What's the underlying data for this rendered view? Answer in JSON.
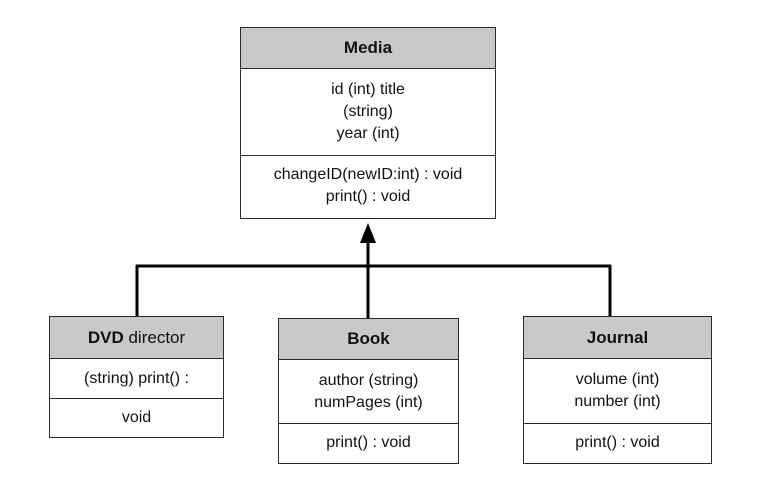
{
  "classes": {
    "media": {
      "name": "Media",
      "attributes": [
        "id (int) title",
        "(string)",
        "year (int)"
      ],
      "methods": [
        "changeID(newID:int) : void",
        "print() : void"
      ]
    },
    "dvd": {
      "name": "DVD",
      "name_suffix": "director",
      "attributes": [
        "(string) print() :"
      ],
      "methods": [
        "void"
      ]
    },
    "book": {
      "name": "Book",
      "attributes": [
        "author (string)",
        "numPages (int)"
      ],
      "methods": [
        "print() : void"
      ]
    },
    "journal": {
      "name": "Journal",
      "attributes": [
        "volume (int)",
        "number (int)"
      ],
      "methods": [
        "print() : void"
      ]
    }
  },
  "colors": {
    "header_fill": "#c9c9c9",
    "border": "#2a2a2a",
    "connector": "#000000"
  }
}
